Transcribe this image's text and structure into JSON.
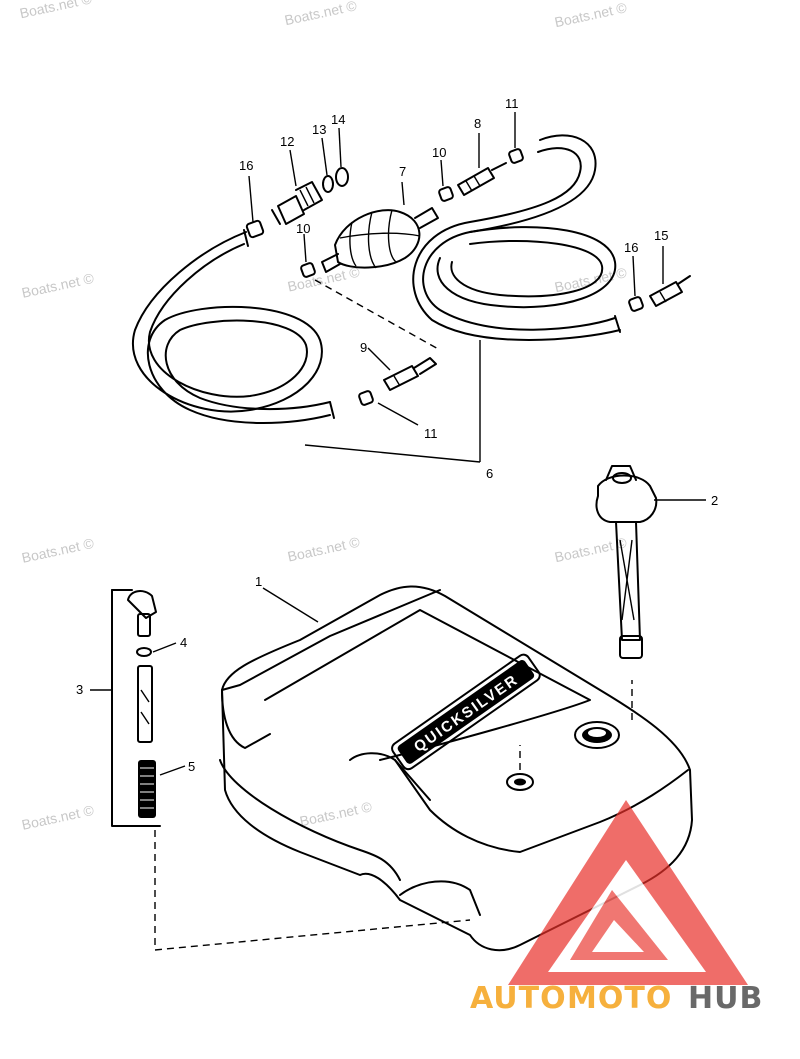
{
  "callouts": {
    "c1": "1",
    "c2": "2",
    "c3": "3",
    "c4": "4",
    "c5": "5",
    "c6": "6",
    "c7": "7",
    "c8": "8",
    "c9": "9",
    "c10a": "10",
    "c10b": "10",
    "c11a": "11",
    "c11b": "11",
    "c12": "12",
    "c13": "13",
    "c14": "14",
    "c15": "15",
    "c16a": "16",
    "c16b": "16"
  },
  "tank_label": "QUICKSILVER",
  "watermarks": {
    "w1": "Boats.net ©",
    "w2": "Boats.net ©",
    "w3": "Boats.net ©",
    "w4": "Boats.net ©",
    "w5": "Boats.net ©",
    "w6": "Boats.net ©",
    "w7": "Boats.net ©",
    "w8": "Boats.net ©",
    "w9": "Boats.net ©",
    "w10": "Boats.net ©",
    "w11": "Boats.net ©"
  },
  "logo": {
    "part1": "AUTO",
    "part2": "MOTO",
    "part3": "HUB"
  },
  "colors": {
    "logo_red": "#e8312a",
    "logo_orange": "#f5a623",
    "logo_gray": "#555555",
    "watermark": "#c8c8c8"
  }
}
